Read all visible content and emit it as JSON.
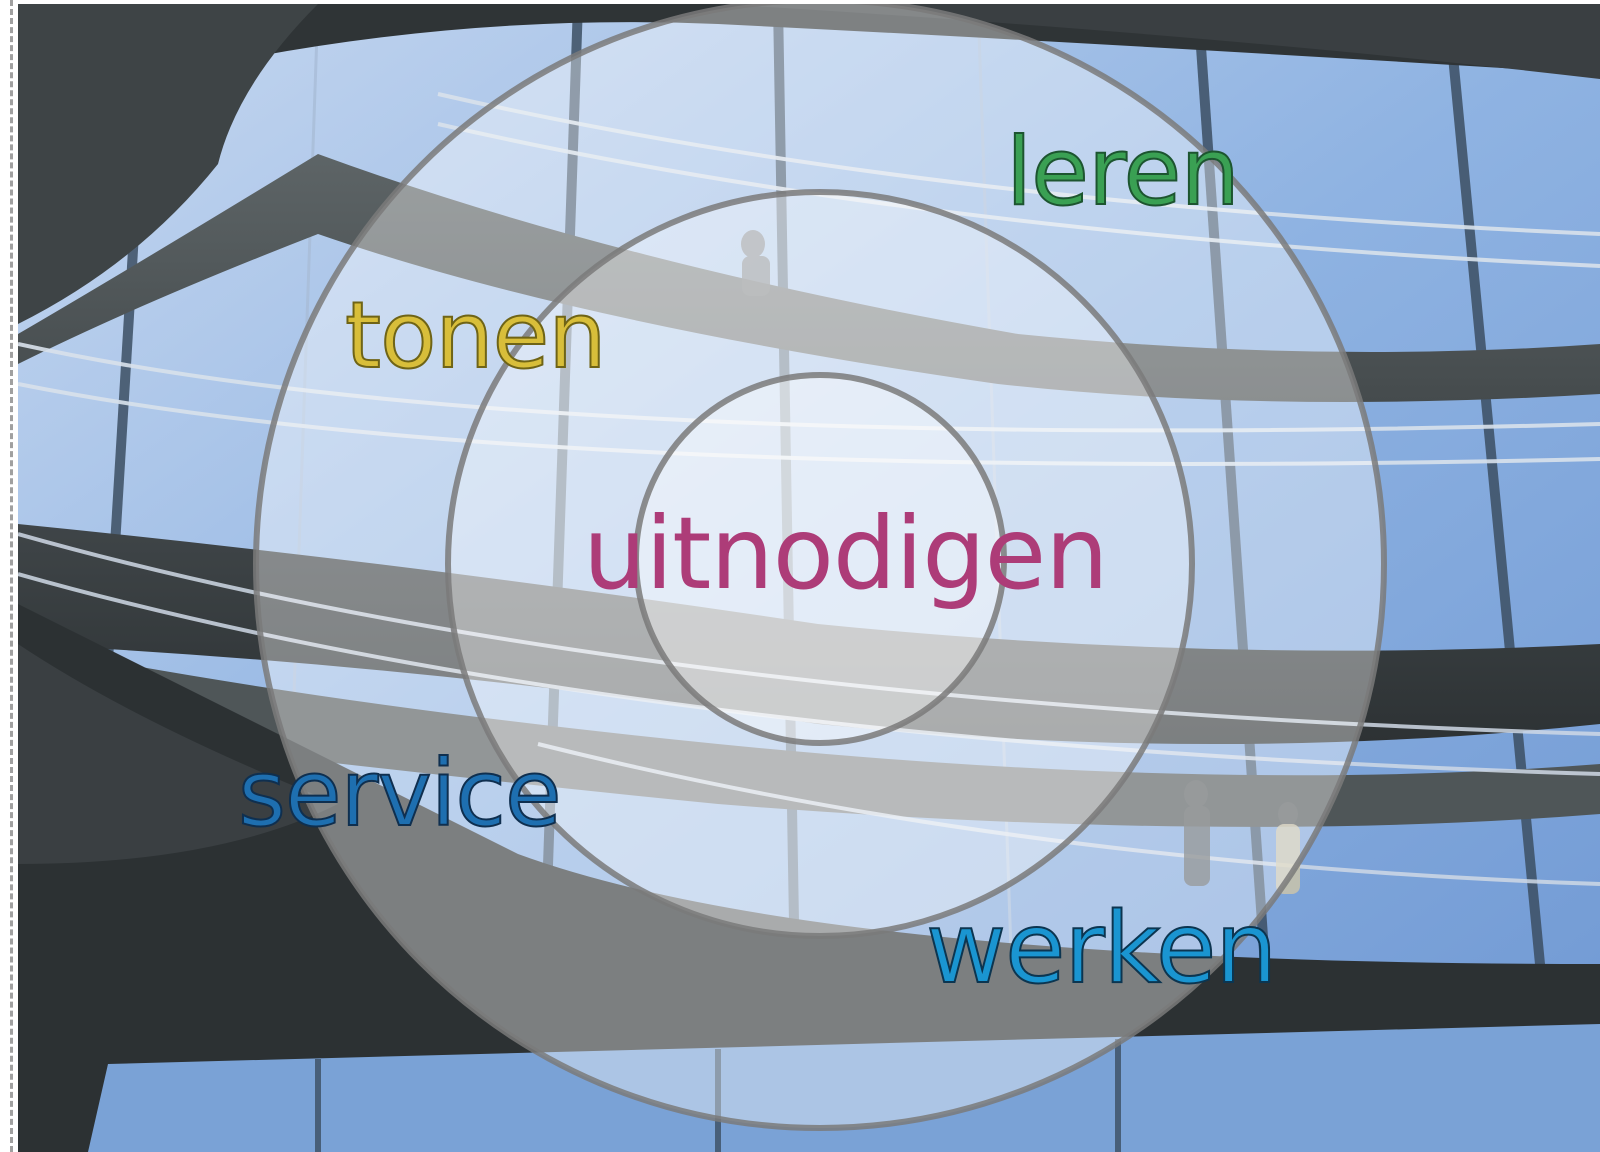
{
  "diagram": {
    "rings": [
      "outer",
      "middle",
      "inner"
    ],
    "labels": {
      "leren": "leren",
      "tonen": "tonen",
      "uitnodigen": "uitnodigen",
      "service": "service",
      "werken": "werken"
    }
  },
  "colors": {
    "leren": "#3aa053",
    "tonen": "#d8be3a",
    "uitnodigen": "#ad3c78",
    "service": "#1e6fb0",
    "werken": "#1a95d1",
    "ring_stroke": "#7a7a7a",
    "ring_fill": "#ffffff"
  }
}
